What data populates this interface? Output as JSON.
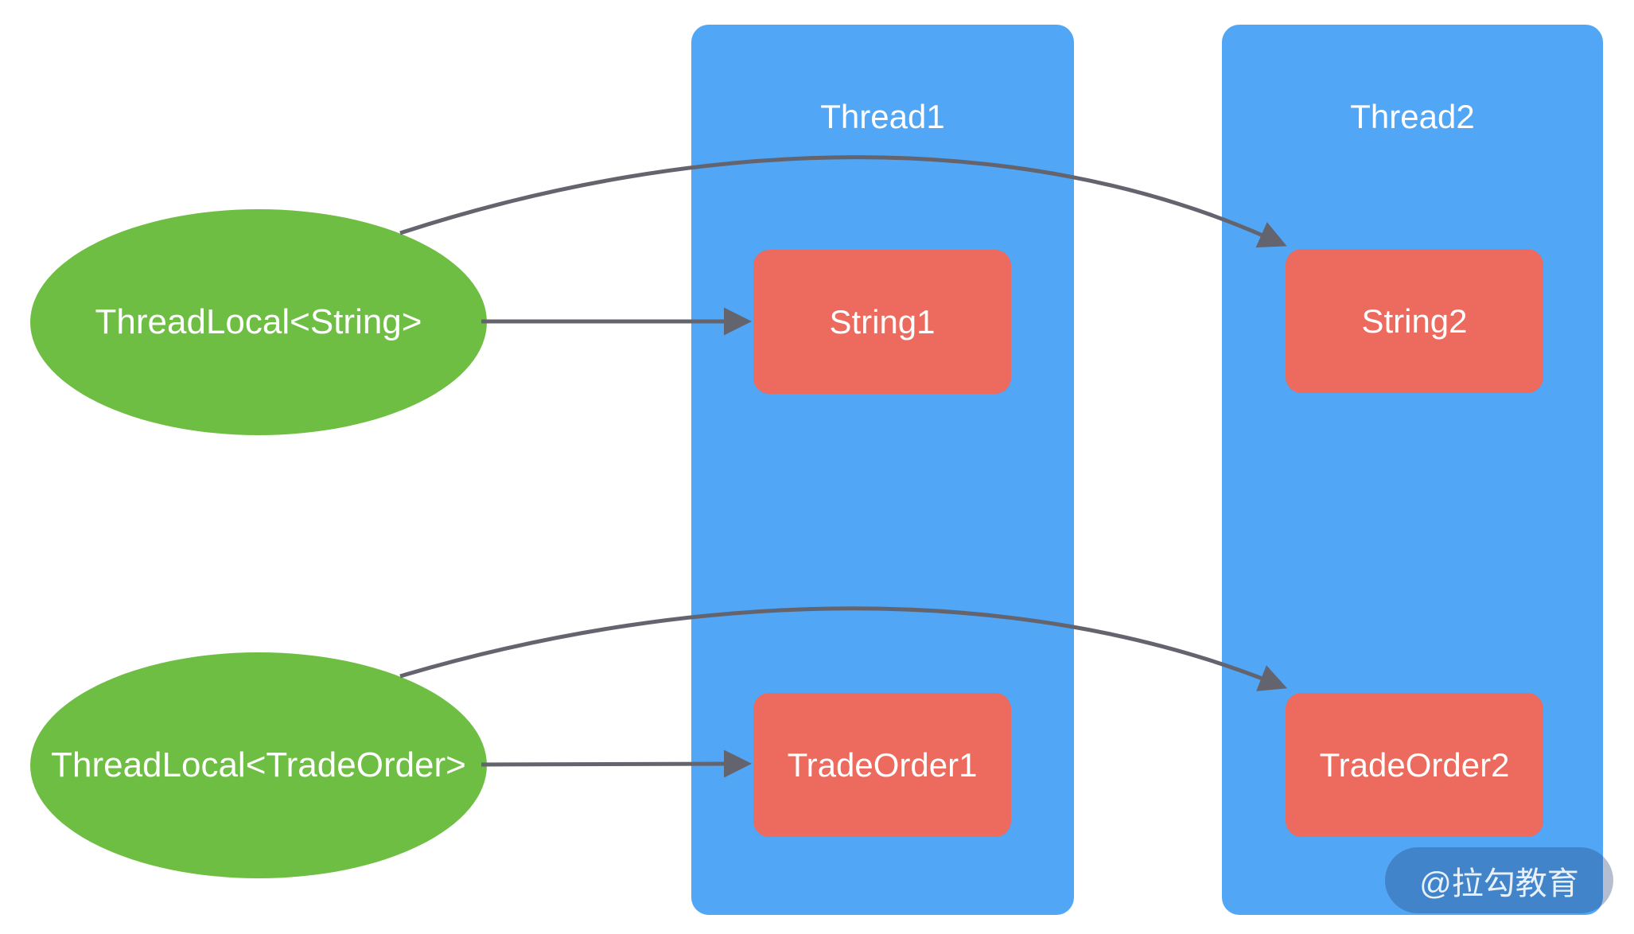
{
  "diagram": {
    "topic": "ThreadLocal per-thread variable copies",
    "colors": {
      "thread_fill": "#51A6F5",
      "threadlocal_fill": "#6EBE44",
      "value_fill": "#EC6A5E",
      "arrow": "#64646E",
      "label_text": "#FFFFFF"
    },
    "threads": [
      {
        "label": "Thread1",
        "values": [
          {
            "label": "String1"
          },
          {
            "label": "TradeOrder1"
          }
        ]
      },
      {
        "label": "Thread2",
        "values": [
          {
            "label": "String2"
          },
          {
            "label": "TradeOrder2"
          }
        ]
      }
    ],
    "locals": [
      {
        "label": "ThreadLocal<String>"
      },
      {
        "label": "ThreadLocal<TradeOrder>"
      }
    ],
    "arrows": [
      {
        "from": "ThreadLocal<String>",
        "to": "String1",
        "style": "straight"
      },
      {
        "from": "ThreadLocal<String>",
        "to": "String2",
        "style": "curved"
      },
      {
        "from": "ThreadLocal<TradeOrder>",
        "to": "TradeOrder1",
        "style": "straight"
      },
      {
        "from": "ThreadLocal<TradeOrder>",
        "to": "TradeOrder2",
        "style": "curved"
      }
    ],
    "watermark": {
      "label": "@拉勾教育"
    }
  }
}
